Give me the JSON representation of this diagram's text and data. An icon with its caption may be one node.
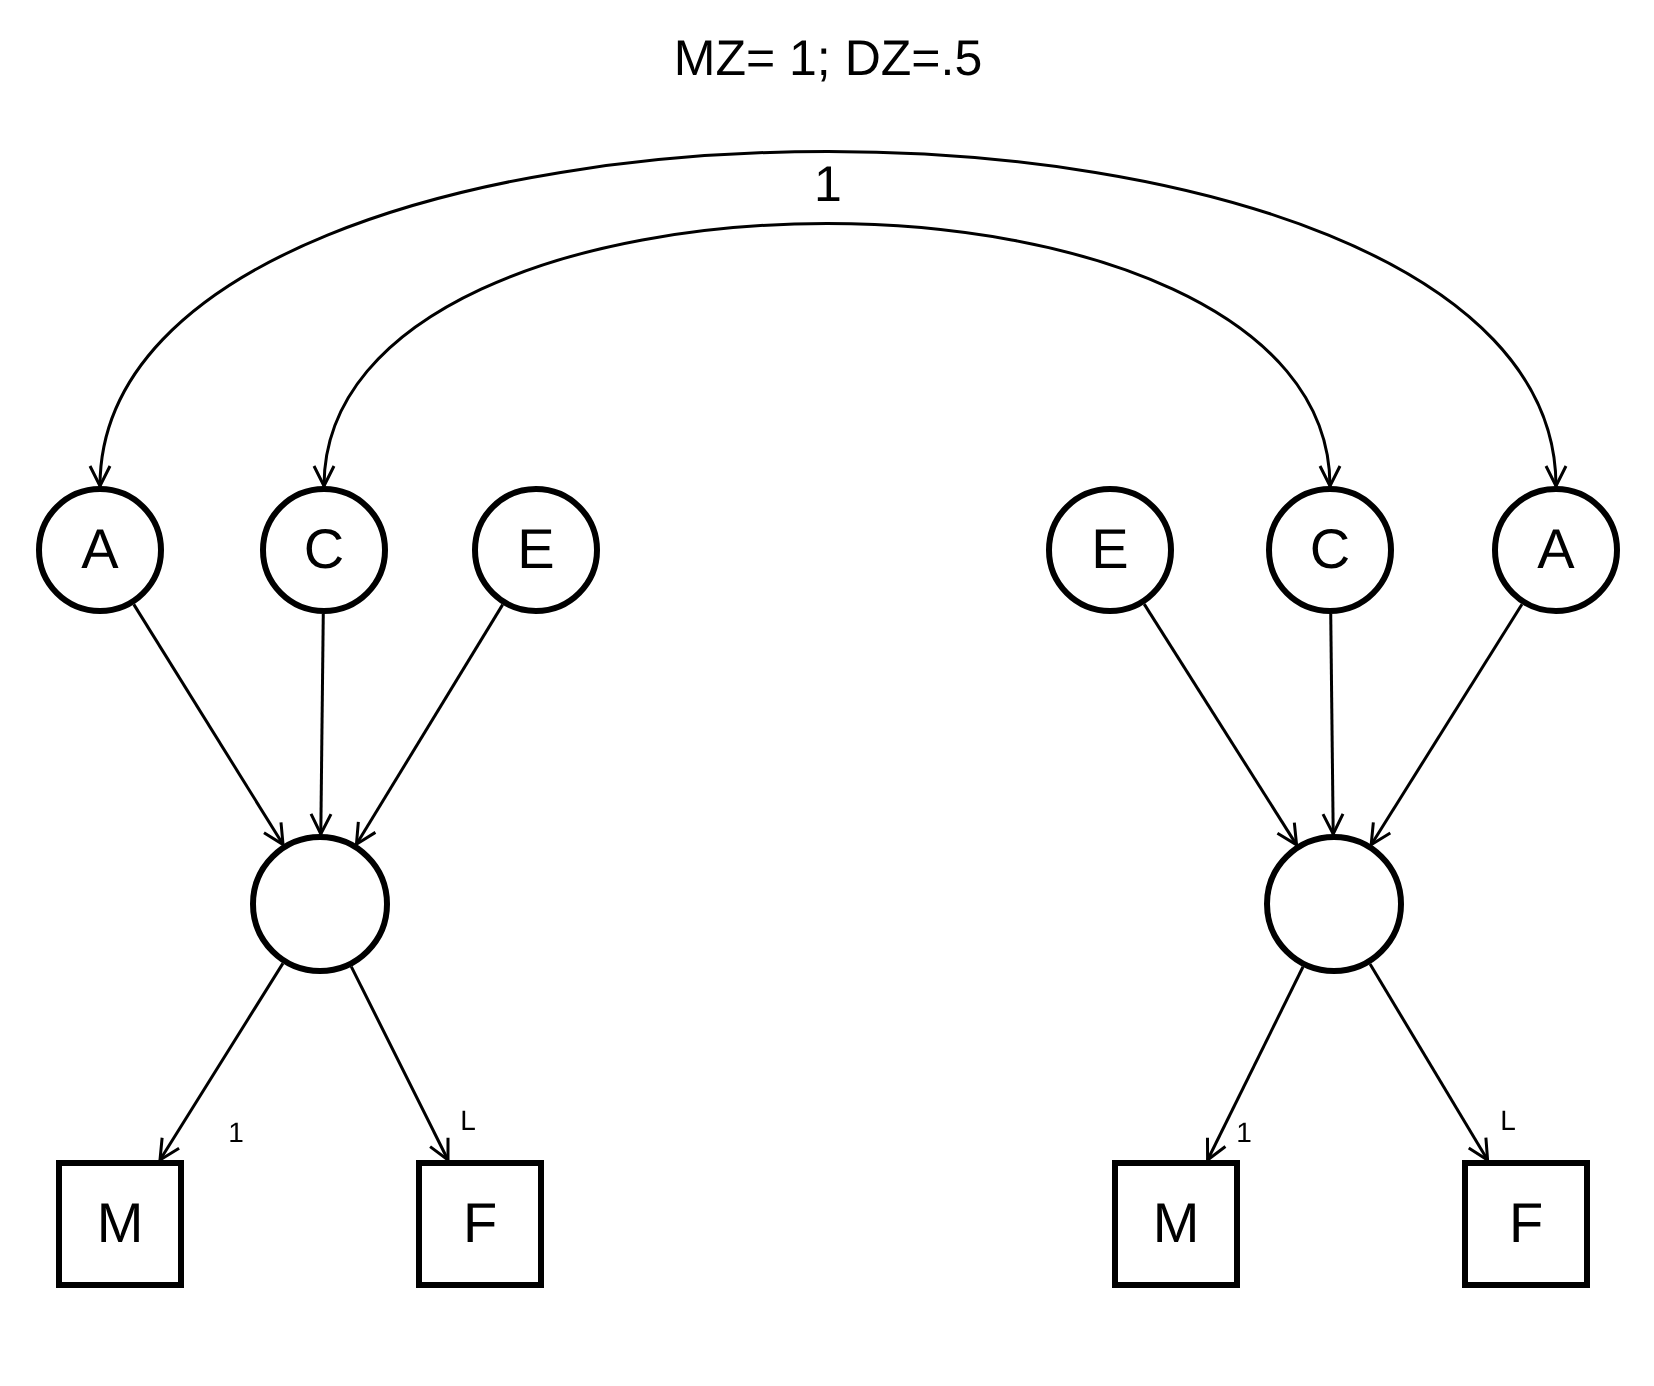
{
  "diagram": {
    "nodes": [
      {
        "text": [
          "A"
        ]
      },
      {
        "text": [
          "C"
        ]
      },
      {
        "text": [
          "E"
        ]
      },
      {
        "text": [
          "E"
        ]
      },
      {
        "text": [
          "C"
        ]
      },
      {
        "text": [
          "A"
        ]
      },
      {
        "text": [],
        "shape": "circle"
      },
      {
        "text": [],
        "shape": "circle"
      },
      {
        "text": [
          "M"
        ]
      },
      {
        "text": [
          "F"
        ]
      },
      {
        "text": [
          "M"
        ]
      },
      {
        "text": [
          "F"
        ]
      }
    ],
    "edges": [
      {
        "from": 0,
        "to": 5,
        "arrow": "both",
        "label": "MZ= 1; DZ=.5"
      },
      {
        "from": 1,
        "to": 4,
        "arrow": "both",
        "label": "1"
      },
      {
        "from": 0,
        "to": 6,
        "arrow": "to"
      },
      {
        "from": 1,
        "to": 6,
        "arrow": "to"
      },
      {
        "from": 2,
        "to": 6,
        "arrow": "to"
      },
      {
        "from": 3,
        "to": 7,
        "arrow": "to"
      },
      {
        "from": 4,
        "to": 7,
        "arrow": "to"
      },
      {
        "from": 5,
        "to": 7,
        "arrow": "to"
      },
      {
        "from": 6,
        "to": 8,
        "arrow": "to",
        "label": "1"
      },
      {
        "from": 6,
        "to": 9,
        "arrow": "to",
        "label": "L"
      },
      {
        "from": 7,
        "to": 10,
        "arrow": "to",
        "label": "1"
      },
      {
        "from": 7,
        "to": 11,
        "arrow": "to",
        "label": "L"
      }
    ]
  }
}
